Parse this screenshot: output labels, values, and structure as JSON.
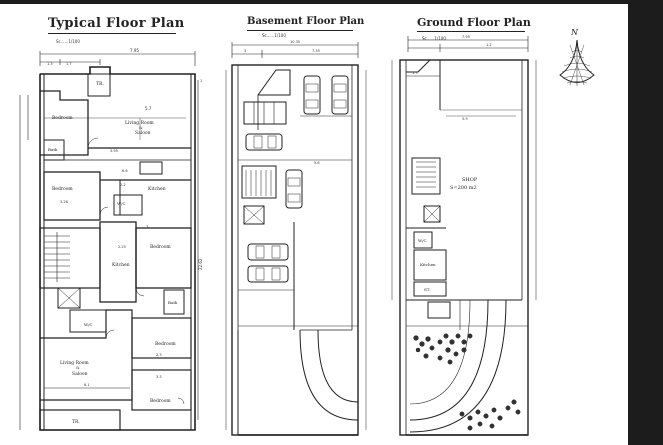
{
  "titles": {
    "typical": "Typical Floor Plan",
    "basement": "Basement Floor Plan",
    "ground": "Ground Floor Plan"
  },
  "scales": {
    "typical": "Sc......1/100",
    "basement": "Sc......1/100",
    "ground": "Sc......1/100"
  },
  "typical_plan": {
    "overall_width": "7.95",
    "overall_length": "22.62",
    "rooms": {
      "tr_top": "TR.",
      "living_top_line1": "Living Room",
      "living_top_line2": "&",
      "living_top_line3": "Saloon",
      "bedroom_1": "Bedroom",
      "bath": "Bath",
      "bedroom_2": "Bedroom",
      "kitchen_1": "Kitchen",
      "wc_1": "W/C",
      "kitchen_2": "Kitchen",
      "bedroom_3": "Bedroom",
      "bath_2": "Bath",
      "wc_2": "W/C",
      "bedroom_4": "Bedroom",
      "living_bot_line1": "Living Room",
      "living_bot_line2": "&",
      "living_bot_line3": "Saloon",
      "bedroom_5": "Bedroom",
      "tr_bottom": "TR."
    },
    "dims": {
      "d_57": "5.7",
      "d_395": "3.95",
      "d_66": "6.6",
      "d_22": "2.2",
      "d_326": "3.26",
      "d_225": "2.25",
      "d_23": "2.3",
      "d_61": "6.1",
      "d_33": "3.3",
      "d_13": "1.3",
      "d_17": "1.7",
      "d_1": "1",
      "d_3": "3"
    }
  },
  "basement_plan": {
    "overall_width": "10.35",
    "inner_width": "7.35",
    "dims": {
      "d_56": "5.6",
      "d_3": "3"
    }
  },
  "ground_plan": {
    "overall_width": "7.95",
    "rooms": {
      "shop_line1": "SHOP",
      "shop_line2": "S=200  m2",
      "wc": "W/C",
      "kitchen": "Kitchen",
      "st": "ST."
    },
    "dims": {
      "d_59": "5.9",
      "d_12": "1.2",
      "d_17": "1.7"
    }
  },
  "compass": {
    "north_label": "N"
  }
}
